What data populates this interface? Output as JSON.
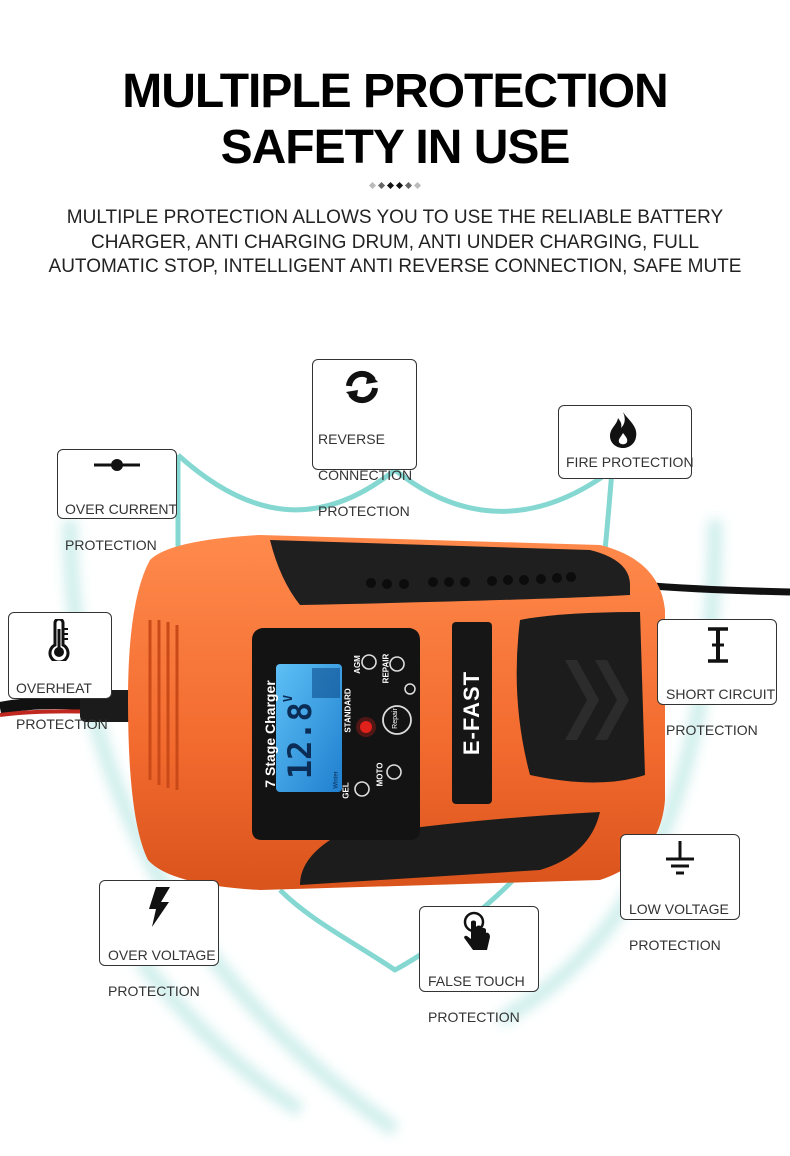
{
  "title_line1": "MULTIPLE PROTECTION",
  "title_line2": "SAFETY IN USE",
  "subtitle_lines": [
    "MULTIPLE PROTECTION ALLOWS YOU TO USE THE RELIABLE BATTERY",
    "CHARGER, ANTI CHARGING DRUM, ANTI UNDER CHARGING, FULL",
    "AUTOMATIC STOP, INTELLIGENT ANTI REVERSE CONNECTION, SAFE MUTE"
  ],
  "features": {
    "reverse": {
      "l1": "REVERSE",
      "l2": "CONNECTION",
      "l3": "PROTECTION",
      "icon": "refresh-icon"
    },
    "fire": {
      "l1": "FIRE PROTECTION",
      "icon": "fire-icon"
    },
    "over_current": {
      "l1": "OVER CURRENT",
      "l2": "PROTECTION",
      "icon": "current-icon"
    },
    "overheat": {
      "l1": "OVERHEAT",
      "l2": "PROTECTION",
      "icon": "thermometer-icon"
    },
    "short_circuit": {
      "l1": "SHORT CIRCUIT",
      "l2": "PROTECTION",
      "icon": "short-circuit-icon"
    },
    "low_voltage": {
      "l1": "LOW VOLTAGE",
      "l2": "PROTECTION",
      "icon": "ground-icon"
    },
    "over_voltage": {
      "l1": "OVER VOLTAGE",
      "l2": "PROTECTION",
      "icon": "lightning-icon"
    },
    "false_touch": {
      "l1": "FALSE TOUCH",
      "l2": "PROTECTION",
      "icon": "hand-touch-icon"
    }
  },
  "product": {
    "brand": "E-FAST",
    "model": "7 Stage Charger",
    "display_value": "12.8",
    "display_unit": "V",
    "modes": [
      "GEL",
      "STANDARD",
      "AGM",
      "MOTO",
      "REPAIR"
    ],
    "repair_button": "Repair",
    "winter_label": "Winter",
    "colors": {
      "body": "#F26A2E",
      "accent": "#E85A22",
      "dark": "#1e1e1e",
      "lcd": "#2B9BE0",
      "shield": "#7FD6D0"
    }
  }
}
